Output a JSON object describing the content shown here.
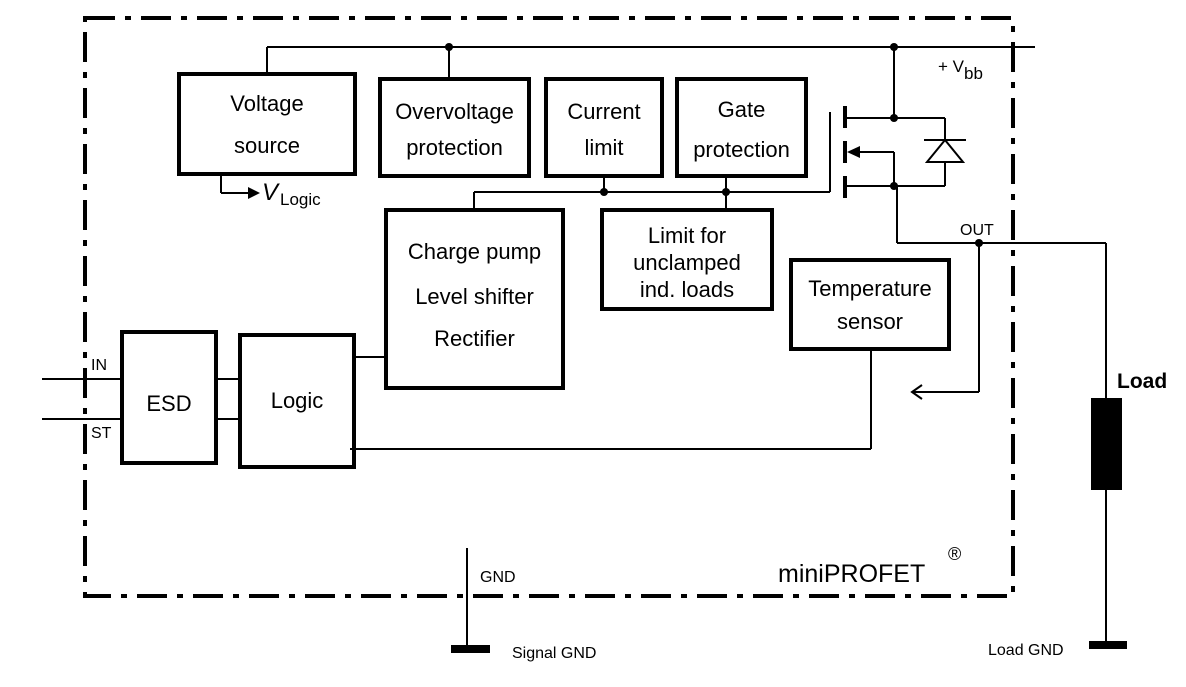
{
  "blocks": {
    "voltage_source": [
      "Voltage",
      "source"
    ],
    "overvoltage": [
      "Overvoltage",
      "protection"
    ],
    "current_limit": [
      "Current",
      "limit"
    ],
    "gate_protection": [
      "Gate",
      "protection"
    ],
    "charge_pump": [
      "Charge pump",
      "Level shifter",
      "Rectifier"
    ],
    "limit_unclamped": [
      "Limit for",
      "unclamped",
      "ind. loads"
    ],
    "temperature": [
      "Temperature",
      "sensor"
    ],
    "esd": "ESD",
    "logic": "Logic"
  },
  "labels": {
    "vbb_prefix": "+ V",
    "vbb_sub": "bb",
    "vlogic_main": "V",
    "vlogic_sub": "Logic",
    "out": "OUT",
    "in": "IN",
    "st": "ST",
    "gnd": "GND",
    "signal_gnd": "Signal GND",
    "load_gnd": "Load GND",
    "load": "Load",
    "brand": "miniPROFET",
    "registered": "®"
  }
}
